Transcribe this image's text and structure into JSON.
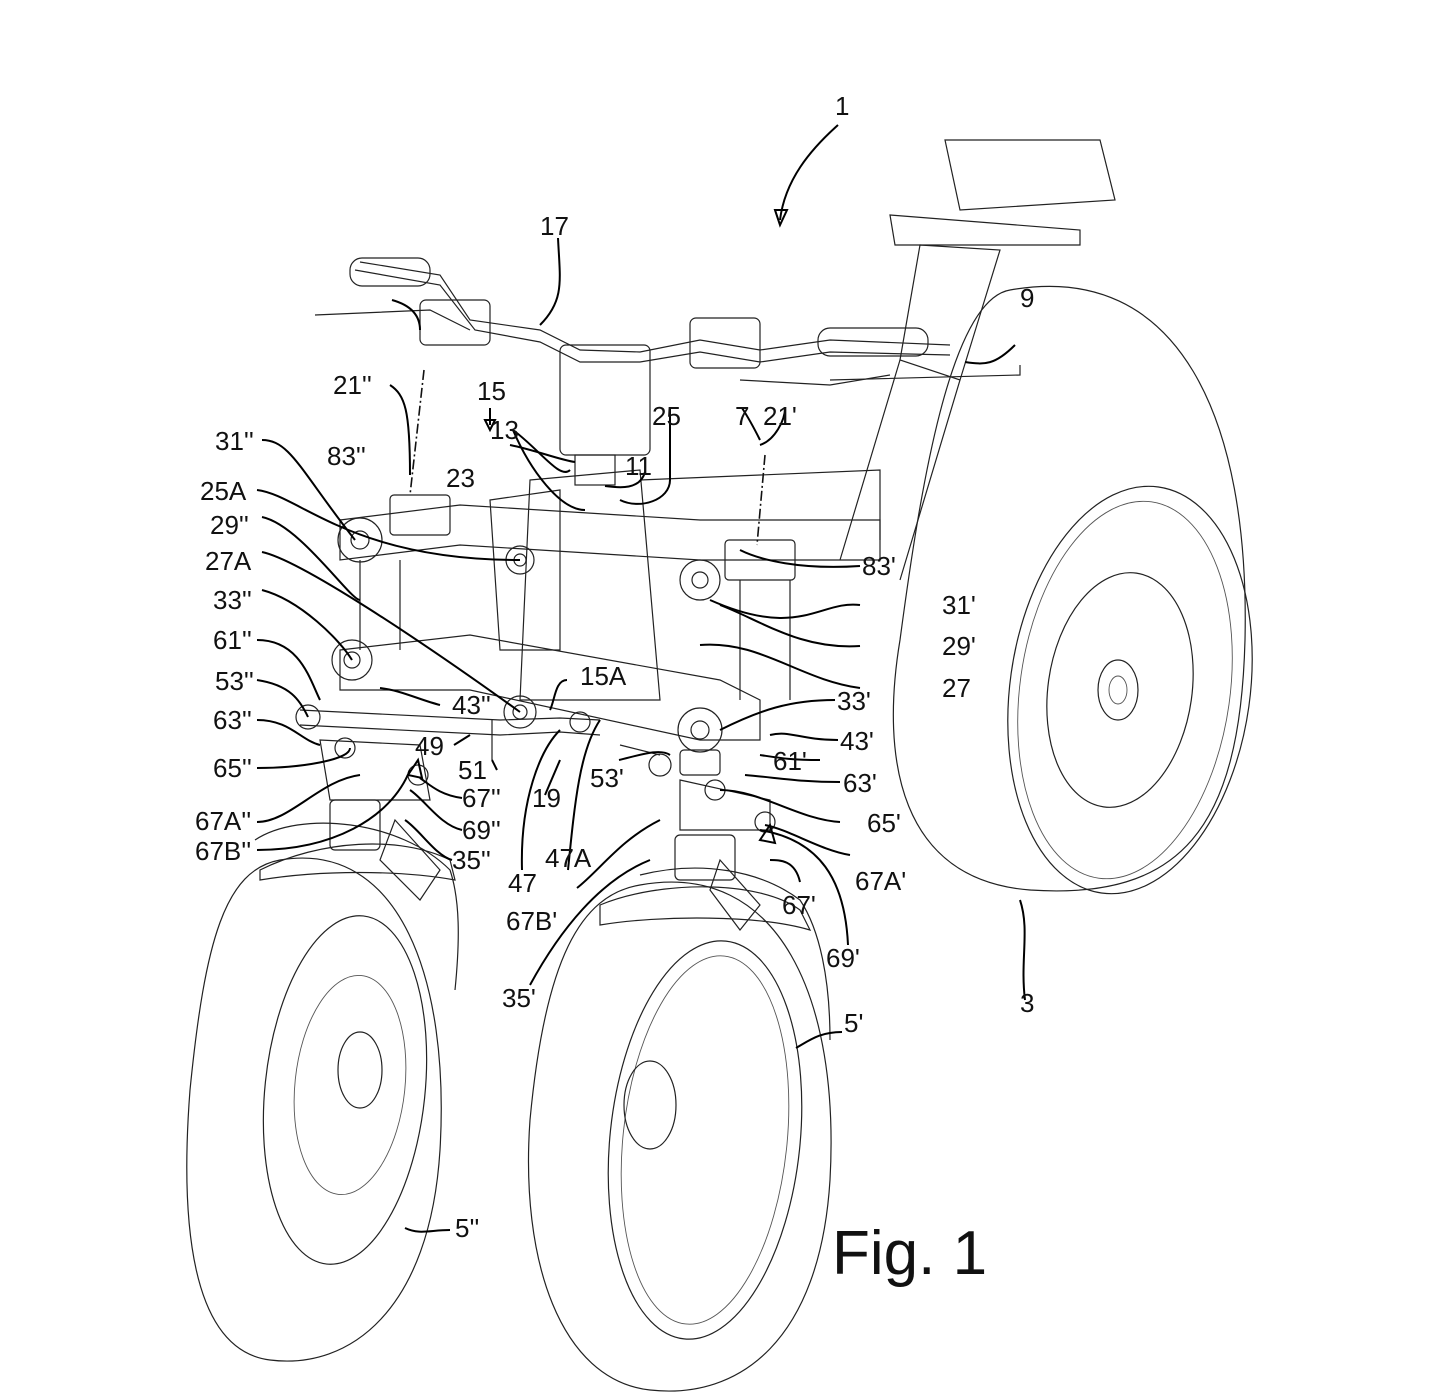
{
  "figure": {
    "caption": "Fig. 1",
    "labels": [
      {
        "id": "l1",
        "text": "1"
      },
      {
        "id": "l17",
        "text": "17"
      },
      {
        "id": "l9",
        "text": "9"
      },
      {
        "id": "l21pp",
        "text": "21''"
      },
      {
        "id": "l15",
        "text": "15"
      },
      {
        "id": "l25",
        "text": "25"
      },
      {
        "id": "l7",
        "text": "7"
      },
      {
        "id": "l21p",
        "text": "21'"
      },
      {
        "id": "l13",
        "text": "13"
      },
      {
        "id": "l11",
        "text": "11"
      },
      {
        "id": "l31pp",
        "text": "31''"
      },
      {
        "id": "l83pp",
        "text": "83''"
      },
      {
        "id": "l23",
        "text": "23"
      },
      {
        "id": "l25A",
        "text": "25A"
      },
      {
        "id": "l29pp",
        "text": "29''"
      },
      {
        "id": "l27A",
        "text": "27A"
      },
      {
        "id": "l33pp",
        "text": "33''"
      },
      {
        "id": "l61pp",
        "text": "61''"
      },
      {
        "id": "l53pp",
        "text": "53''"
      },
      {
        "id": "l63pp",
        "text": "63''"
      },
      {
        "id": "l65pp",
        "text": "65''"
      },
      {
        "id": "l67App",
        "text": "67A''"
      },
      {
        "id": "l67Bpp",
        "text": "67B''"
      },
      {
        "id": "l43pp",
        "text": "43''"
      },
      {
        "id": "l49",
        "text": "49"
      },
      {
        "id": "l51",
        "text": "51"
      },
      {
        "id": "l67pp",
        "text": "67''"
      },
      {
        "id": "l69pp",
        "text": "69''"
      },
      {
        "id": "l35pp",
        "text": "35''"
      },
      {
        "id": "l15A",
        "text": "15A"
      },
      {
        "id": "l19",
        "text": "19"
      },
      {
        "id": "l47",
        "text": "47"
      },
      {
        "id": "l47A",
        "text": "47A"
      },
      {
        "id": "l53p",
        "text": "53'"
      },
      {
        "id": "l83p",
        "text": "83'"
      },
      {
        "id": "l31p",
        "text": "31'"
      },
      {
        "id": "l29p",
        "text": "29'"
      },
      {
        "id": "l27",
        "text": "27"
      },
      {
        "id": "l33p",
        "text": "33'"
      },
      {
        "id": "l43p",
        "text": "43'"
      },
      {
        "id": "l61p",
        "text": "61'"
      },
      {
        "id": "l63p",
        "text": "63'"
      },
      {
        "id": "l65p",
        "text": "65'"
      },
      {
        "id": "l67Ap",
        "text": "67A'"
      },
      {
        "id": "l67p",
        "text": "67'"
      },
      {
        "id": "l69p",
        "text": "69'"
      },
      {
        "id": "l67Bp",
        "text": "67B'"
      },
      {
        "id": "l35p",
        "text": "35'"
      },
      {
        "id": "l3",
        "text": "3"
      },
      {
        "id": "l5p",
        "text": "5'"
      },
      {
        "id": "l5pp",
        "text": "5''"
      }
    ]
  }
}
